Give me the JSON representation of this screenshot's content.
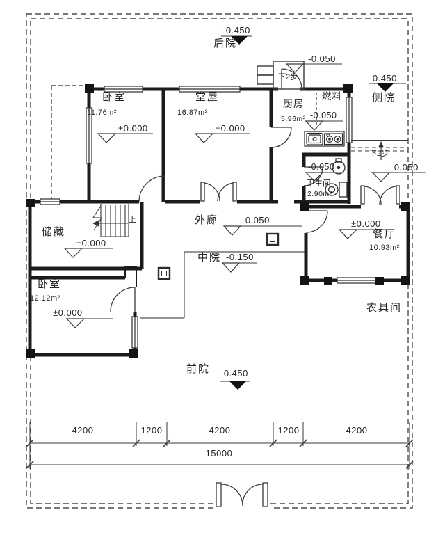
{
  "rooms": {
    "bedroom1": {
      "name": "卧室",
      "area": "11.76m²",
      "level": "±0.000"
    },
    "hall": {
      "name": "堂屋",
      "area": "16.87m²",
      "level": "±0.000"
    },
    "kitchen": {
      "name": "厨房",
      "area": "5.96m²",
      "level": "-0.050"
    },
    "fuel": {
      "name": "燃料"
    },
    "bathroom": {
      "name": "卫生间",
      "area": "2.90m²",
      "level": "-0.050"
    },
    "storage": {
      "name": "储藏",
      "level": "±0.000"
    },
    "bedroom2": {
      "name": "卧室",
      "area": "12.12m²",
      "level": "±0.000"
    },
    "dining": {
      "name": "餐厅",
      "area": "10.93m²",
      "level": "±0.000"
    },
    "toolroom": {
      "name": "农具间"
    },
    "corridor": {
      "name": "外廊",
      "level": "-0.050"
    },
    "middle_yard": {
      "name": "中院",
      "level": "-0.150"
    }
  },
  "yards": {
    "back": {
      "name": "后院",
      "level": "-0.450"
    },
    "side": {
      "name": "侧院",
      "level": "-0.450"
    },
    "front": {
      "name": "前院",
      "level": "-0.450"
    }
  },
  "porches": {
    "top": {
      "level": "-0.050",
      "steps": "下2步"
    },
    "side": {
      "level": "-0.050",
      "steps": "下2步"
    }
  },
  "stairs": {
    "up": "上"
  },
  "dimensions": {
    "segments": [
      "4200",
      "1200",
      "4200",
      "1200",
      "4200"
    ],
    "total": "15000"
  }
}
